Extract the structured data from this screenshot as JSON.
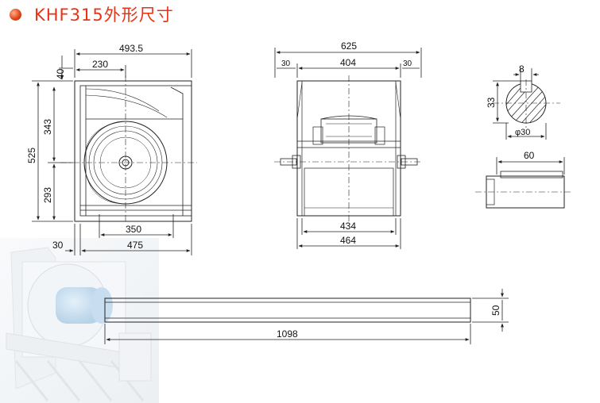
{
  "title": "KHF315外形尺寸",
  "colors": {
    "title": "#e83214",
    "bullet": "#e2461a",
    "line": "#222222"
  },
  "icons": {
    "bullet": "red-dot-icon"
  },
  "side_view": {
    "width_total": "493.5",
    "width_half": "230",
    "top_offset": "40",
    "height_total": "525",
    "height_upper": "343",
    "height_lower": "293",
    "base_width": "350",
    "flange": "30",
    "outlet_width": "475"
  },
  "front_view": {
    "width_total": "625",
    "width_inner": "404",
    "side_left": "30",
    "side_right": "30",
    "width_434": "434",
    "width_464": "464"
  },
  "shaft_section": {
    "key_width": "8",
    "height": "33",
    "diameter": "φ30"
  },
  "shaft_side": {
    "length": "60"
  },
  "rail": {
    "length": "1098",
    "height": "50"
  }
}
